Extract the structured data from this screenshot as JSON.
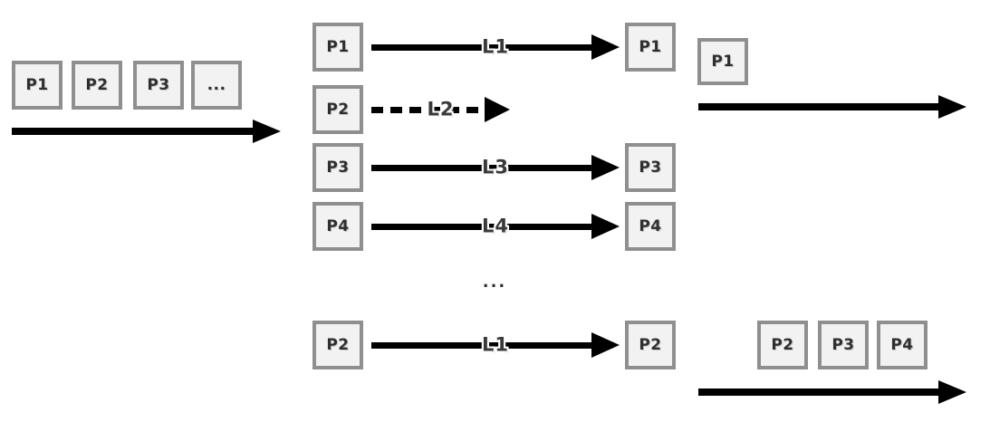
{
  "diagram": {
    "description": "packet-scheduling-over-multiple-links",
    "input_queue": {
      "packets": [
        "P1",
        "P2",
        "P3",
        "..."
      ]
    },
    "links": {
      "rows": [
        {
          "src": "P1",
          "label": "L1",
          "dst": "P1",
          "line_style": "solid"
        },
        {
          "src": "P2",
          "label": "L2",
          "dst": "",
          "line_style": "dashed"
        },
        {
          "src": "P3",
          "label": "L3",
          "dst": "P3",
          "line_style": "solid"
        },
        {
          "src": "P4",
          "label": "L4",
          "dst": "P4",
          "line_style": "solid"
        }
      ],
      "ellipsis": "...",
      "bottom_row": {
        "src": "P2",
        "label": "L1",
        "dst": "P2",
        "line_style": "solid"
      }
    },
    "output_top_queue": {
      "packets": [
        "P1"
      ]
    },
    "output_bottom_queue": {
      "packets": [
        "P2",
        "P3",
        "P4"
      ]
    },
    "colors": {
      "box_fill": "#f2f2f2",
      "box_border": "#8f8f8f",
      "box_text": "#2f2f2f",
      "arrow": "#000000",
      "label_text": "#3a3a3a",
      "background": "#ffffff"
    }
  }
}
